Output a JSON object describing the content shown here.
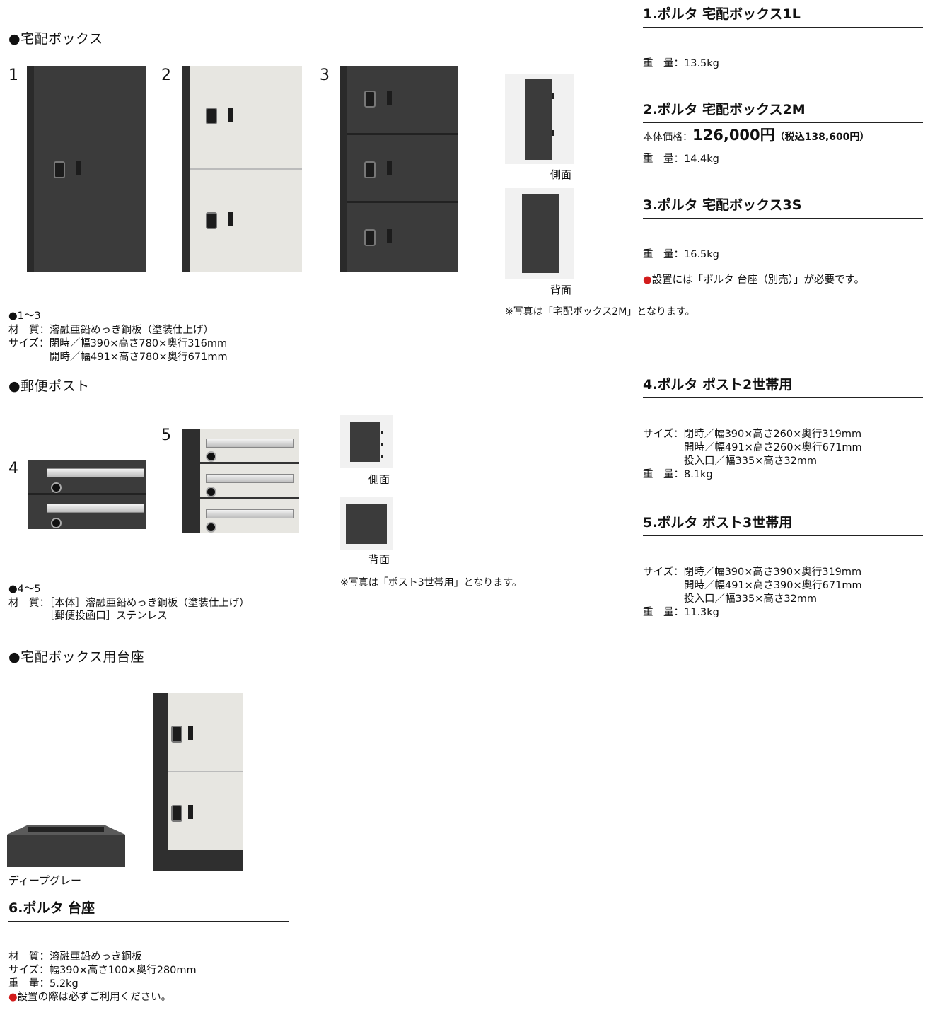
{
  "sections": {
    "delivery_box": "●宅配ボックス",
    "mail_post": "●郵便ポスト",
    "stand": "●宅配ボックス用台座"
  },
  "numbers": [
    "1",
    "2",
    "3",
    "4",
    "5"
  ],
  "views": {
    "side": "側面",
    "back": "背面",
    "side2": "側面",
    "back2": "背面",
    "note_box": "※写真は「宅配ボックス2M」となります。",
    "note_post": "※写真は「ポスト3世帯用」となります。"
  },
  "specs_1_3": {
    "heading": "●1〜3",
    "material": "材　質：溶融亜鉛めっき鋼板（塗装仕上げ）",
    "size1": "サイズ：閉時／幅390×高さ780×奥行316mm",
    "size2": "　　　　開時／幅491×高さ780×奥行671mm"
  },
  "specs_4_5": {
    "heading": "●4〜5",
    "material1": "材　質：［本体］溶融亜鉛めっき鋼板（塗装仕上げ）",
    "material2": "　　　　［郵便投函口］ステンレス"
  },
  "products": {
    "p1": {
      "title": "1.ポルタ 宅配ボックス1L",
      "weight": "重　量：13.5kg"
    },
    "p2": {
      "title": "2.ポルタ 宅配ボックス2M",
      "price_label": "本体価格：",
      "price": "126,000円",
      "price_tax": "（税込138,600円）",
      "weight": "重　量：14.4kg"
    },
    "p3": {
      "title": "3.ポルタ 宅配ボックス3S",
      "weight": "重　量：16.5kg",
      "note_mark": "●",
      "note": "設置には「ポルタ 台座（別売）」が必要です。"
    },
    "p4": {
      "title": "4.ポルタ ポスト2世帯用",
      "size1": "サイズ：閉時／幅390×高さ260×奥行319mm",
      "size2": "　　　　開時／幅491×高さ260×奥行671mm",
      "size3": "　　　　投入口／幅335×高さ32mm",
      "weight": "重　量：8.1kg"
    },
    "p5": {
      "title": "5.ポルタ ポスト3世帯用",
      "size1": "サイズ：閉時／幅390×高さ390×奥行319mm",
      "size2": "　　　　開時／幅491×高さ390×奥行671mm",
      "size3": "　　　　投入口／幅335×高さ32mm",
      "weight": "重　量：11.3kg"
    },
    "p6": {
      "title": "6.ポルタ 台座",
      "caption": "ディープグレー",
      "material": "材　質：溶融亜鉛めっき鋼板",
      "size": "サイズ：幅390×高さ100×奥行280mm",
      "weight": "重　量：5.2kg",
      "note_mark": "●",
      "note": "設置の際は必ずご利用ください。"
    }
  }
}
